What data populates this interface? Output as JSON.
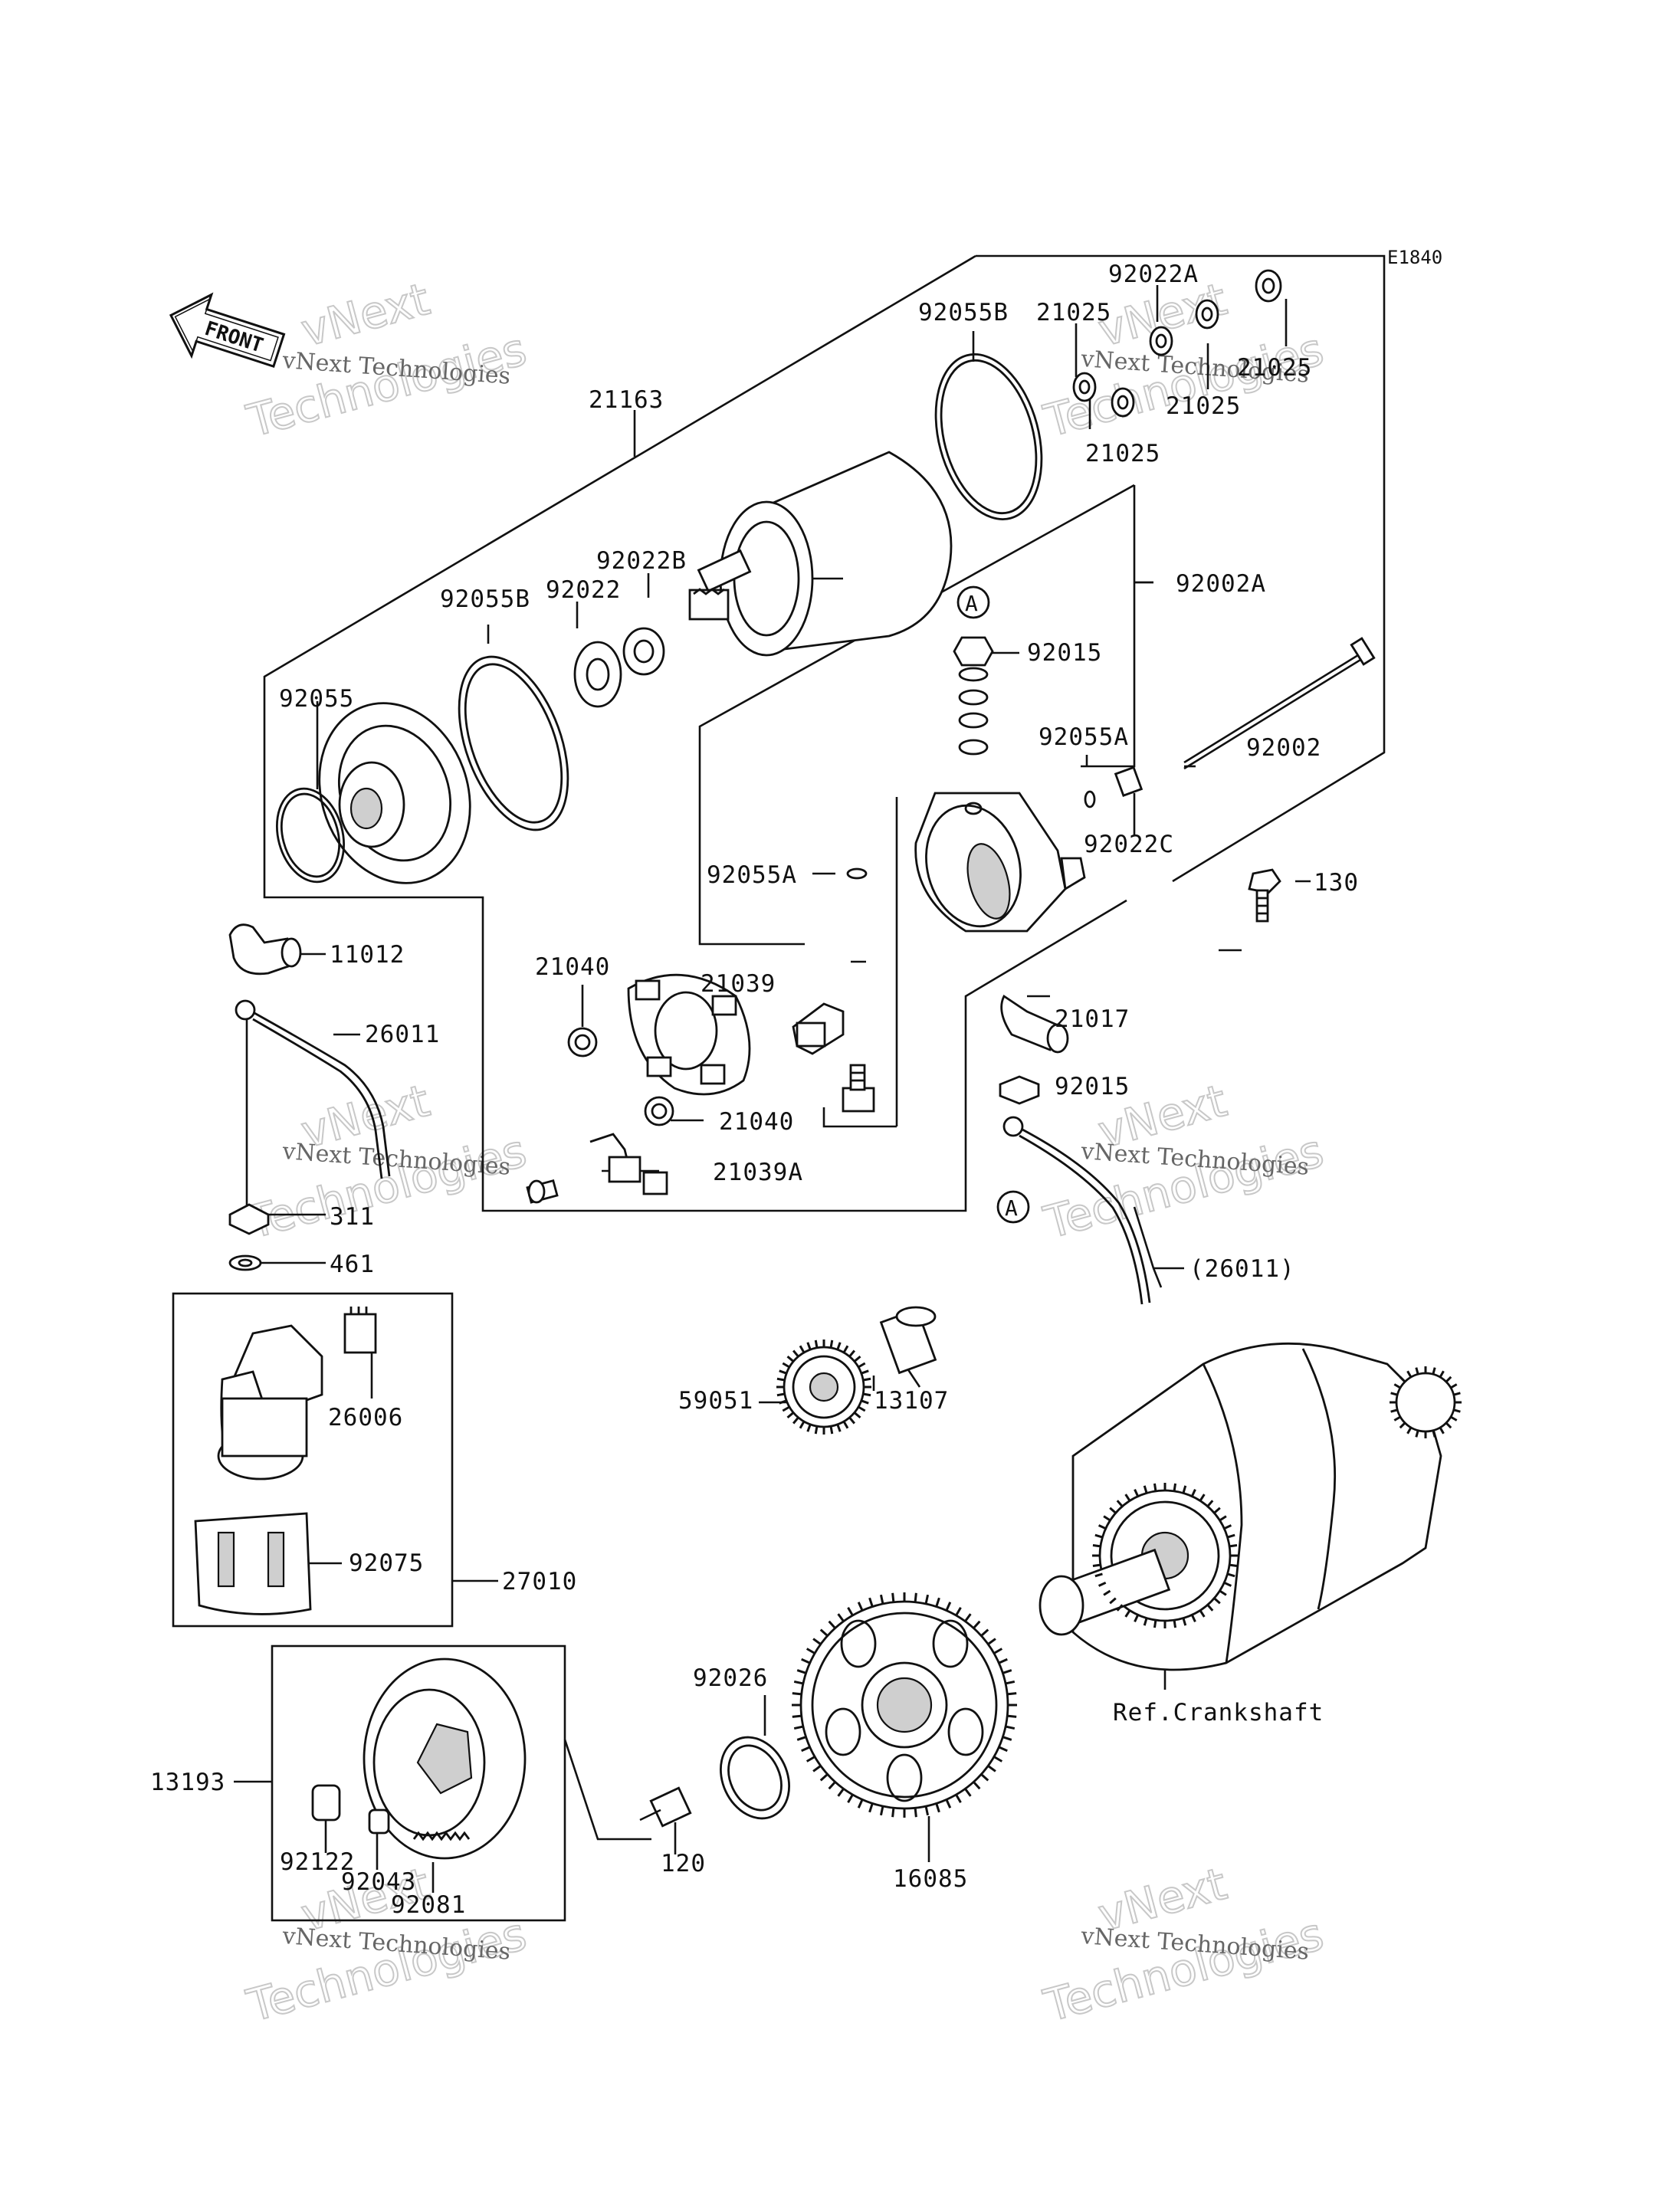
{
  "diagram_code": "E1840",
  "front_label": "FRONT",
  "reference_label": "Ref.Crankshaft",
  "watermark": {
    "small": "vNext Technologies",
    "big_line1": "vNext",
    "big_line2": "Technologies"
  },
  "callouts": {
    "c21163": "21163",
    "c92055B_top": "92055B",
    "c21025_a": "21025",
    "c92022A": "92022A",
    "c21025_b": "21025",
    "c21025_c": "21025",
    "c21025_d": "21025",
    "c92002A": "92002A",
    "c92055B_mid": "92055B",
    "c92022": "92022",
    "c92022B": "92022B",
    "c92015_a": "92015",
    "c92055": "92055",
    "c92055A_right": "92055A",
    "c92002": "92002",
    "c92022C": "92022C",
    "c92055A_left": "92055A",
    "c130": "130",
    "c11012": "11012",
    "c26011": "26011",
    "c21040_a": "21040",
    "c21039": "21039",
    "c21017": "21017",
    "c92015_b": "92015",
    "c21040_b": "21040",
    "c21039A": "21039A",
    "c311": "311",
    "c461": "461",
    "c26011_ref": "(26011)",
    "c26006": "26006",
    "c59051": "59051",
    "c13107": "13107",
    "c92075": "92075",
    "c27010": "27010",
    "c92026": "92026",
    "c13193": "13193",
    "c92122": "92122",
    "c92043": "92043",
    "c92081": "92081",
    "c120": "120",
    "c16085": "16085"
  },
  "markers": {
    "a_top": "A",
    "a_bottom": "A"
  }
}
